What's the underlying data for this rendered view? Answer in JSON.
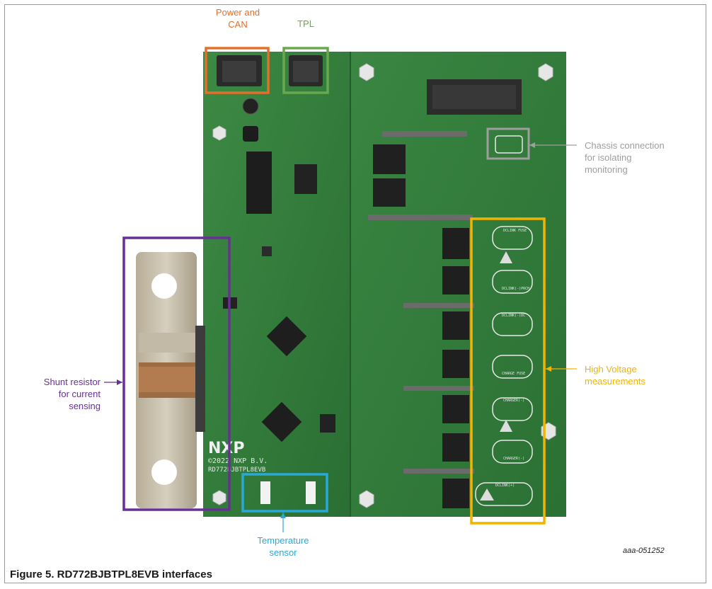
{
  "labels": {
    "power_can": "Power and\nCAN",
    "tpl": "TPL",
    "chassis": "Chassis connection\nfor isolating\nmonitoring",
    "high_voltage": "High Voltage\nmeasurements",
    "shunt": "Shunt resistor\nfor current\nsensing",
    "temperature": "Temperature\nsensor"
  },
  "board_text": {
    "logo": "NXP",
    "copyright": "©2022 NXP B.V.",
    "board_name": "RD772BJBTPL8EVB",
    "hv_connectors": [
      "DCLINK FUSE",
      "DCLINK(-)PRCH",
      "DCLINK(-)DC",
      "CHARGE FUSE",
      "CHARGER(-)",
      "CHARGER(-)",
      "DCLINK(+)"
    ]
  },
  "caption": "Figure 5.  RD772BJBTPL8EVB interfaces",
  "figure_ref": "aaa-051252",
  "colors": {
    "power_can": "#e0702a",
    "tpl": "#6aa84f",
    "chassis": "#9e9e9e",
    "high_voltage": "#f1b400",
    "shunt": "#6a2f95",
    "temperature": "#2aa8d8",
    "pcb": "#2f7d3a"
  }
}
